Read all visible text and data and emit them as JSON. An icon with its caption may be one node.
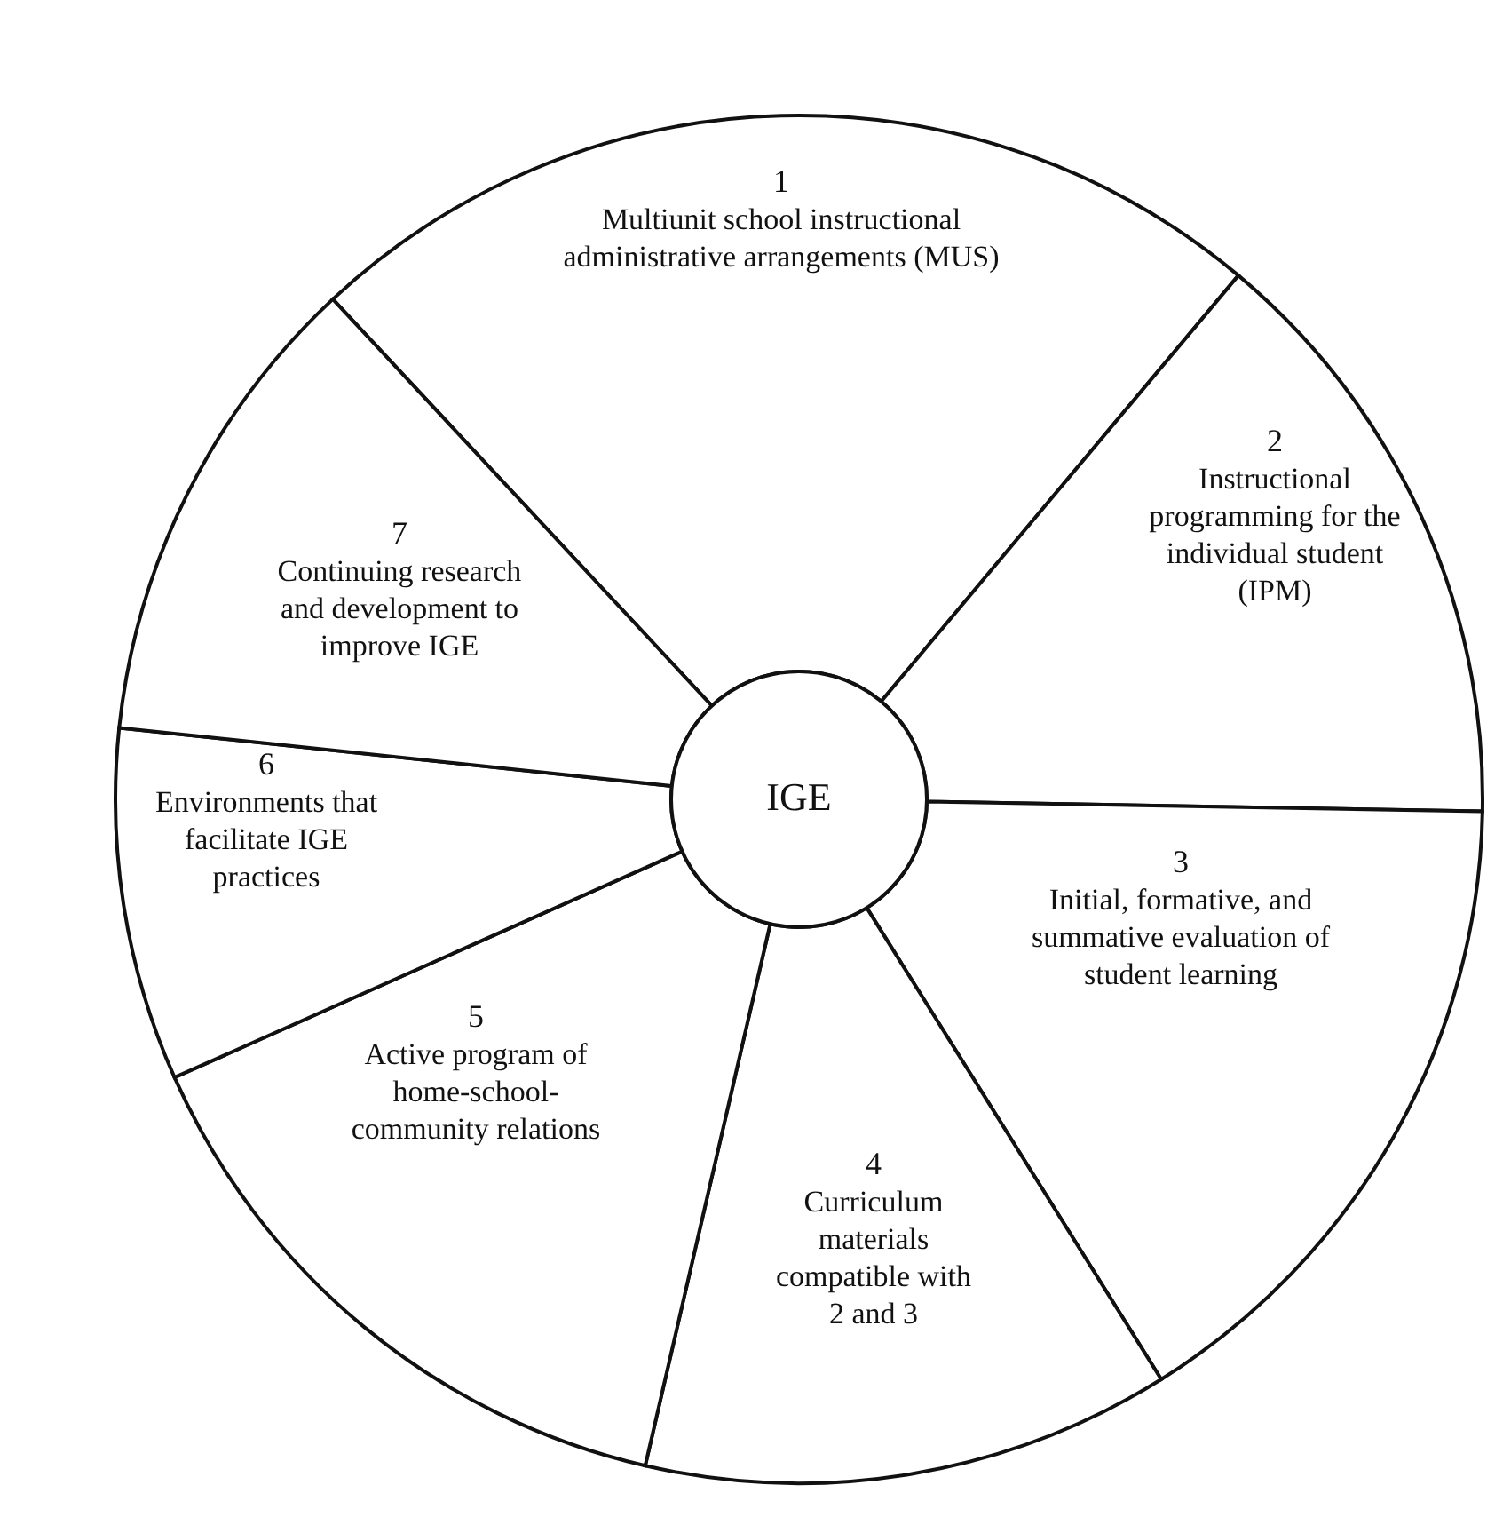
{
  "diagram": {
    "nodes": [
      {
        "text": [
          "IGE"
        ]
      },
      {
        "text": [
          "1",
          "Multiunit school instructional administrative arrangements (MUS)"
        ]
      },
      {
        "text": [
          "2",
          "Instructional programming for the individual student (IPM)"
        ]
      },
      {
        "text": [
          "3",
          "Initial, formative, and summative evaluation of student learning"
        ]
      },
      {
        "text": [
          "4",
          "Curriculum materials compatible with 2 and 3"
        ]
      },
      {
        "text": [
          "5",
          "Active program of home-school-community relations"
        ]
      },
      {
        "text": [
          "6",
          "Environments that facilitate IGE practices"
        ]
      },
      {
        "text": [
          "7",
          "Continuing research and development to improve IGE"
        ]
      }
    ],
    "edges": []
  }
}
